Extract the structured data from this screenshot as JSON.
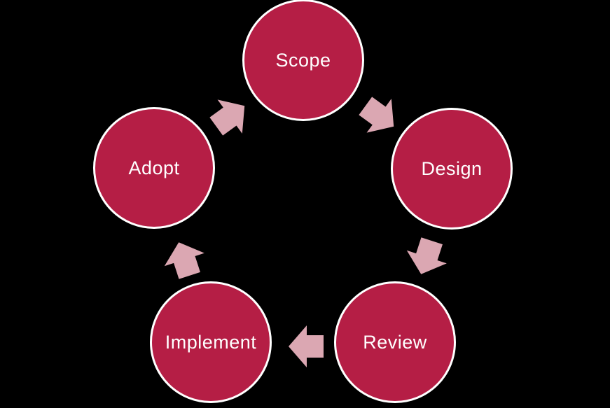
{
  "diagram": {
    "type": "cycle",
    "nodes": [
      {
        "id": "scope",
        "label": "Scope"
      },
      {
        "id": "design",
        "label": "Design"
      },
      {
        "id": "review",
        "label": "Review"
      },
      {
        "id": "implement",
        "label": "Implement"
      },
      {
        "id": "adopt",
        "label": "Adopt"
      }
    ],
    "flow": [
      {
        "from": "Scope",
        "to": "Design"
      },
      {
        "from": "Design",
        "to": "Review"
      },
      {
        "from": "Review",
        "to": "Implement"
      },
      {
        "from": "Implement",
        "to": "Adopt"
      },
      {
        "from": "Adopt",
        "to": "Scope"
      }
    ],
    "colors": {
      "background": "#000000",
      "node_fill": "#B51E45",
      "node_border": "#FFFFFF",
      "node_text": "#FFFFFF",
      "arrow_fill": "#DBA7B2"
    }
  }
}
